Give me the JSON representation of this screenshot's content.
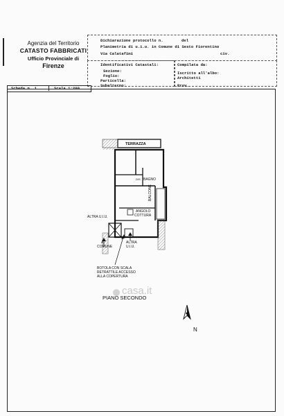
{
  "agency": {
    "line1": "Agenzia del Territorio",
    "line2": "CATASTO FABBRICATI",
    "line3": "Ufficio Provinciale di",
    "line4": "Firenze"
  },
  "header": {
    "dichiarazione": "Dichiarazione protocollo n.",
    "del": "del",
    "planimetria": "Planimetria di u.i.u. in Comune di Sesto Fiorentino",
    "via": "Via Calatafimi",
    "civ": "civ."
  },
  "identifiers": {
    "title": "Identificativi Catastali:",
    "sezione": "Sezione:",
    "foglio": "Foglio:",
    "particella": "Particella:",
    "subalterno": "Subalterno:"
  },
  "compiled": {
    "title": "Compilata da:",
    "iscritto": "Iscritto all'albo:",
    "albo": "Architetti",
    "prov": "Prov."
  },
  "sheet": {
    "scheda": "Scheda n. 1",
    "scala": "Scala 1:200"
  },
  "plan": {
    "terrazza": "TERRAZZA",
    "bagno": "BAGNO",
    "dis": "DIS",
    "balcone": "BALCONE",
    "angolo_1": "ANGOLO",
    "angolo_2": "COTTURA",
    "altra_uiu_left": "ALTRA U.I.U.",
    "a_comune_1": "A",
    "a_comune_2": "COMUNE",
    "altra_uiu_mid_1": "ALTRA",
    "altra_uiu_mid_2": "U.I.U.",
    "botola_1": "BOTOLA CON SCALA",
    "botola_2": "RETRATTILE ACCESSO",
    "botola_3": "ALLA COPERTURA",
    "piano": "PIANO SECONDO",
    "north": "N"
  },
  "watermark": "casa.it"
}
